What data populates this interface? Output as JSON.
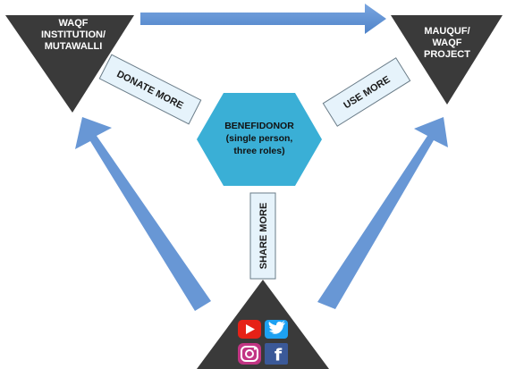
{
  "nodes": {
    "waqf_institution": {
      "lines": [
        "WAQF",
        "INSTITUTION/",
        "MUTAWALLI"
      ]
    },
    "mauquf_project": {
      "lines": [
        "MAUQUF/",
        "WAQF",
        "PROJECT"
      ]
    },
    "benefidonor": {
      "lines": [
        "BENEFIDONOR",
        "(single person,",
        "three roles)"
      ]
    }
  },
  "labels": {
    "donate_more": "DONATE MORE",
    "use_more": "USE MORE",
    "share_more": "SHARE MORE"
  },
  "icons": {
    "youtube": "youtube-icon",
    "twitter": "twitter-icon",
    "instagram": "instagram-icon",
    "facebook": "facebook-icon",
    "facebook_glyph": "f"
  },
  "colors": {
    "triangle": "#3a3a3a",
    "arrow": "#5b8ed1",
    "hexagon": "#3aafd6",
    "label_box": "#e6f3fb",
    "label_border": "#6a7c88",
    "youtube": "#e62117",
    "twitter": "#1da1f2",
    "instagram": "#c13584",
    "facebook": "#3b5998"
  }
}
